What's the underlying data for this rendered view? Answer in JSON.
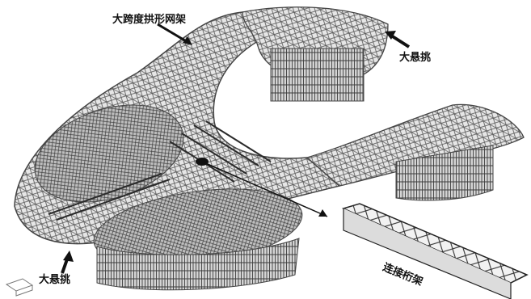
{
  "labels": {
    "arch_roof": "大跨度拱形网架",
    "cantilever_top": "大悬挑",
    "cantilever_bottom": "大悬挑",
    "connecting_truss": "连接桁架"
  },
  "colors": {
    "background": "#ffffff",
    "steel": "#4a4a4a",
    "arrow": "#111111"
  }
}
